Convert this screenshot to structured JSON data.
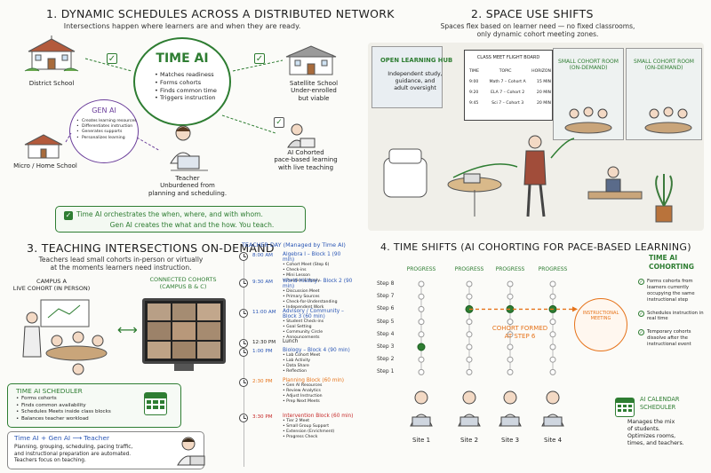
{
  "panel1": {
    "title": "1. DYNAMIC SCHEDULES ACROSS A DISTRIBUTED NETWORK",
    "subtitle": "Intersections happen where learners are and when they are ready.",
    "time_ai": {
      "title": "TIME AI",
      "bullets": [
        "Matches readiness",
        "Forms cohorts",
        "Finds common time",
        "Triggers instruction"
      ]
    },
    "gen_ai": {
      "title": "GEN AI",
      "bullets": [
        "Creates learning resources",
        "Differentiates instruction",
        "Generates supports",
        "Personalizes learning"
      ]
    },
    "district_school": "District School",
    "satellite_school": "Satellite School\nUnder-enrolled\nbut viable",
    "micro_school": "Micro / Home School",
    "ai_cohorted": "AI Cohorted\npace-based learning\nwith live teaching",
    "teacher": "Teacher\nUnburdened from\nplanning and scheduling.",
    "banner_line1": "Time AI orchestrates the when, where, and with whom.",
    "banner_line2": "Gen AI creates the what and the how. You teach."
  },
  "panel2": {
    "title": "2. SPACE USE SHIFTS",
    "subtitle": "Spaces flex based on learner need — no fixed classrooms,\nonly dynamic cohort meeting zones.",
    "open_hub_title": "OPEN LEARNING HUB",
    "open_hub_desc": "Independent study,\nguidance, and\nadult oversight",
    "board_title": "CLASS MEET FLIGHT BOARD",
    "board_headers": [
      "TIME",
      "TOPIC",
      "HORIZON"
    ],
    "board_rows": [
      [
        "9:00",
        "Math 7 – Cohort A",
        "15 MIN"
      ],
      [
        "9:20",
        "ELA 7 – Cohort 2",
        "20 MIN"
      ],
      [
        "9:45",
        "Sci 7 – Cohort 3",
        "20 MIN"
      ]
    ],
    "small_room_1": "SMALL COHORT ROOM\n(ON-DEMAND)",
    "small_room_2": "SMALL COHORT ROOM\n(ON-DEMAND)"
  },
  "panel3": {
    "title": "3. TEACHING INTERSECTIONS ON-DEMAND",
    "subtitle": "Teachers lead small cohorts in-person or virtually\nat the moments learners need instruction.",
    "campus_a": "CAMPUS A\nLIVE COHORT (IN PERSON)",
    "connected": "CONNECTED COHORTS\n(CAMPUS B & C)",
    "scheduler_title": "TIME AI SCHEDULER",
    "scheduler_bullets": [
      "Forms cohorts",
      "Finds common availability",
      "Schedules Meets inside class blocks",
      "Balances teacher workload"
    ],
    "combo_title": "Time AI + Gen AI ⟶ Teacher",
    "combo_desc": "Planning, grouping, scheduling, pacing traffic,\nand instructional preparation are automated.\nTeachers focus on teaching.",
    "teacher_day": "TEACHER DAY  (Managed by Time AI)",
    "schedule": [
      {
        "time": "8:00 AM",
        "title": "Algebra I – Block 1",
        "dur": "(90 min)",
        "items": [
          "Cohort Meet (Step 6)",
          "Check-ins",
          "Mini Lesson",
          "Practice & Apply"
        ],
        "color": "#2a56b5"
      },
      {
        "time": "9:30 AM",
        "title": "World History – Block 2",
        "dur": "(90 min)",
        "items": [
          "Discussion Meet",
          "Primary Sources",
          "Check-for-Understanding",
          "Independent Work"
        ],
        "color": "#2a56b5"
      },
      {
        "time": "11:00 AM",
        "title": "Advisory / Community – Block 3",
        "dur": "(60 min)",
        "items": [
          "Student Check-ins",
          "Goal Setting",
          "Community Circle",
          "Announcements"
        ],
        "color": "#2a56b5"
      },
      {
        "time": "12:30 PM",
        "title": "Lunch",
        "dur": "",
        "items": [],
        "color": "#222"
      },
      {
        "time": "1:00 PM",
        "title": "Biology – Block 4",
        "dur": "(90 min)",
        "items": [
          "Lab Cohort Meet",
          "Lab Activity",
          "Data Share",
          "Reflection"
        ],
        "color": "#2a56b5"
      },
      {
        "time": "2:30 PM",
        "title": "Planning Block",
        "dur": "(60 min)",
        "items": [
          "Gen AI Resources",
          "Review Analytics",
          "Adjust Instruction",
          "Prep Next Meets"
        ],
        "color": "#e6731a"
      },
      {
        "time": "3:30 PM",
        "title": "Intervention Block",
        "dur": "(60 min)",
        "items": [
          "Tier 2 Meet",
          "Small Group Support",
          "Extension (Enrichment)",
          "Progress Check"
        ],
        "color": "#c62828"
      }
    ]
  },
  "panel4": {
    "title": "4. TIME SHIFTS (AI COHORTING FOR PACE-BASED LEARNING)",
    "progress_label": "PROGRESS",
    "steps": [
      "Step 8",
      "Step 7",
      "Step 6",
      "Step 5",
      "Step 4",
      "Step 3",
      "Step 2",
      "Step 1"
    ],
    "sites": [
      "Site 1",
      "Site 2",
      "Site 3",
      "Site 4"
    ],
    "site_progress_steps": [
      3,
      6,
      6,
      6
    ],
    "cohort_formed": "COHORT FORMED\nAT STEP 6",
    "instructional_meeting": "INSTRUCTIONAL\nMEETING",
    "cohorting_title": "TIME AI\nCOHORTING",
    "cohorting_bullets": [
      "Forms cohorts from learners currently occupying the same instructional step",
      "Schedules instruction in real time",
      "Temporary cohorts dissolve after the instructional event"
    ],
    "calendar_title": "AI CALENDAR\nSCHEDULER",
    "calendar_desc": "Manages the mix\nof students.\nOptimizes rooms,\ntimes, and teachers."
  },
  "colors": {
    "green": "#2e7d32",
    "orange": "#e6731a",
    "blue": "#2a56b5",
    "purple": "#6a3d9a"
  }
}
